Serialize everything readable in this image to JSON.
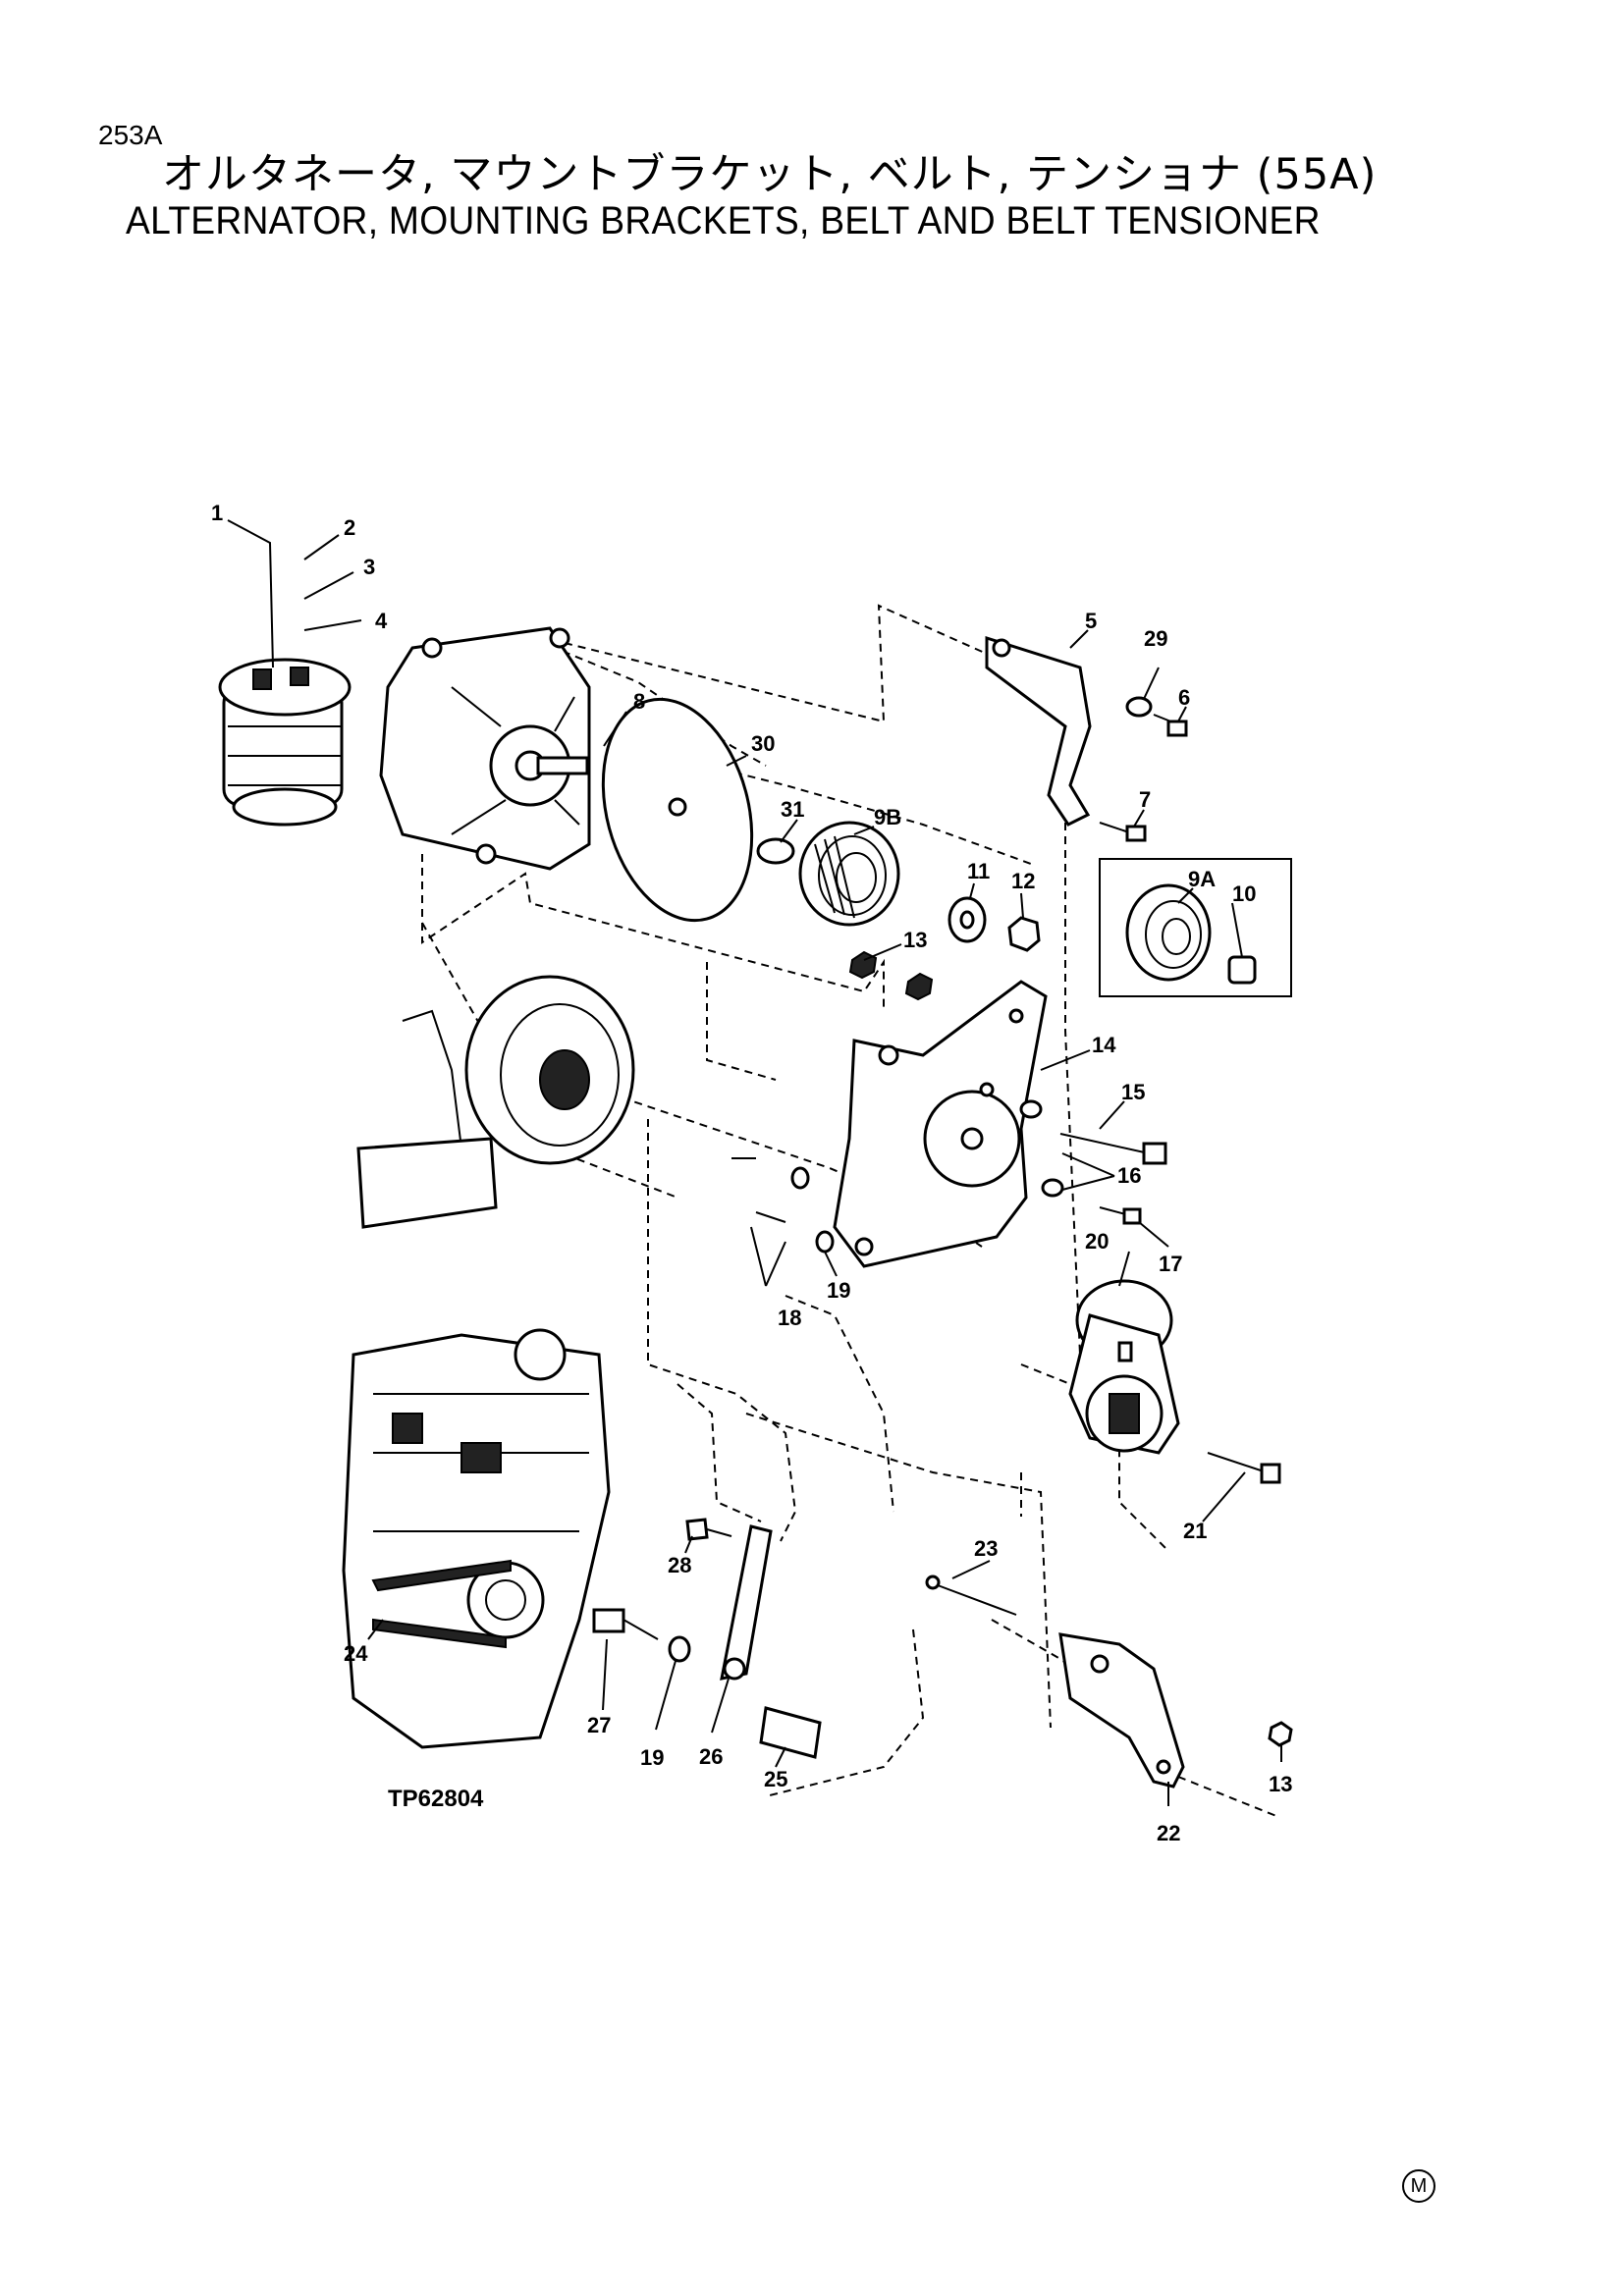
{
  "header": {
    "code": "253A",
    "title_jp": "オルタネータ, マウントブラケット, ベルト, テンショナ (55A)",
    "title_en": "ALTERNATOR, MOUNTING BRACKETS, BELT AND BELT TENSIONER"
  },
  "figure_id": "TP62804",
  "corner_mark": "M",
  "callouts": [
    "1",
    "2",
    "3",
    "4",
    "5",
    "29",
    "6",
    "8",
    "30",
    "7",
    "31",
    "9B",
    "11",
    "12",
    "9A",
    "10",
    "13",
    "14",
    "15",
    "16",
    "17",
    "19",
    "18",
    "20",
    "21",
    "28",
    "23",
    "24",
    "27",
    "19",
    "26",
    "25",
    "22",
    "13"
  ]
}
